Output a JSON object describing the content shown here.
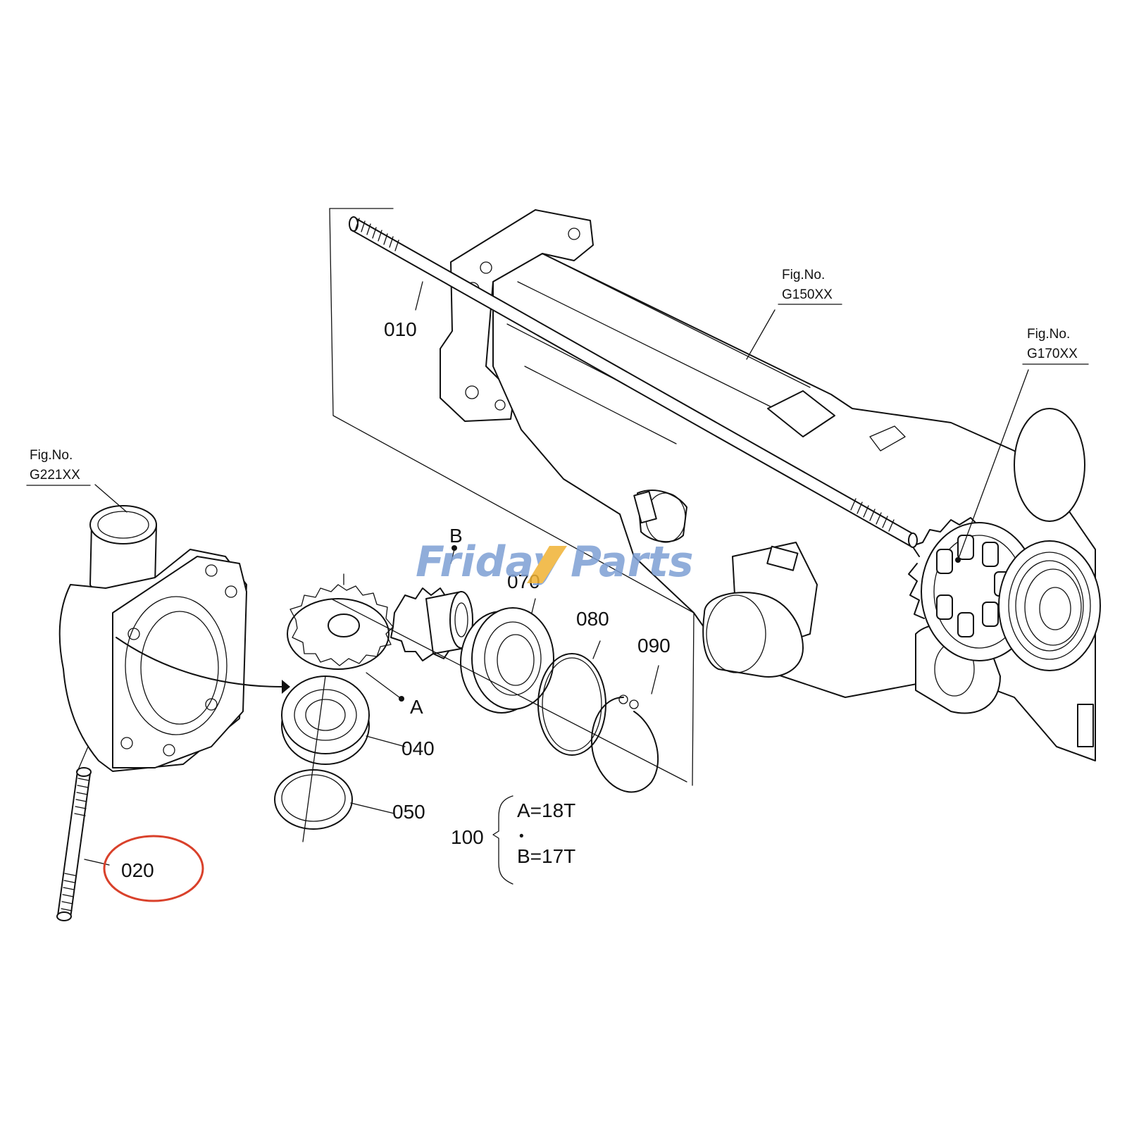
{
  "watermark": {
    "part1": "Friday",
    "part2": "Parts",
    "color_main": "#7d9fd4",
    "color_accent": "#f0b233"
  },
  "highlight_color": "#d9412b",
  "figure_refs": [
    {
      "line1": "Fig.No.",
      "line2": "G150XX"
    },
    {
      "line1": "Fig.No.",
      "line2": "G170XX"
    },
    {
      "line1": "Fig.No.",
      "line2": "G221XX"
    }
  ],
  "part_numbers": {
    "p010": "010",
    "p020": "020",
    "p040": "040",
    "p050": "050",
    "p070": "070",
    "p080": "080",
    "p090": "090",
    "p100": "100"
  },
  "markers": {
    "a": "A",
    "b": "B"
  },
  "legend": {
    "a_line": "A=18T",
    "dot": "•",
    "b_line": "B=17T"
  },
  "highlighted_part": "020"
}
